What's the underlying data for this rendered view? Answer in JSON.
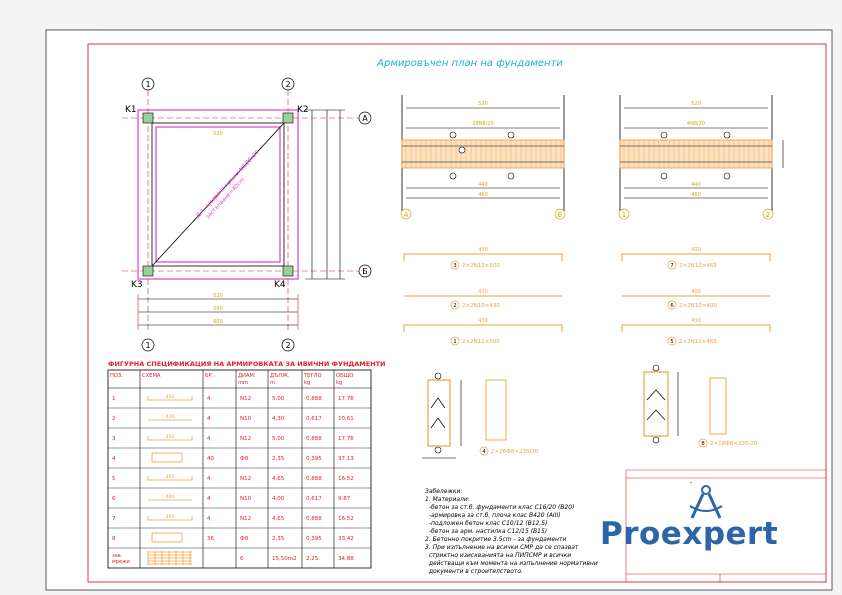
{
  "title": "Армировъчен план на фундаменти",
  "plan": {
    "axes_cols": [
      "1",
      "2"
    ],
    "axes_rows": [
      "A",
      "Б"
    ],
    "corners": [
      "K1",
      "K2",
      "K3",
      "K4"
    ],
    "diag_note_1": "Д.А. заварени мрежи N8/20x20",
    "diag_note_2": "застъпване=40cm",
    "dims": {
      "w1": "520",
      "w2": "560",
      "w3": "600",
      "top": "520"
    }
  },
  "sections": {
    "left": {
      "width": "520",
      "rebar": "28N8/20",
      "bottom1": "440",
      "bottom2": "460",
      "axes": [
        "A",
        "Б"
      ]
    },
    "right": {
      "width": "520",
      "rebar": "4N8/20",
      "bottom1": "440",
      "bottom2": "460",
      "axes": [
        "1",
        "2"
      ]
    }
  },
  "bars": [
    {
      "num": "3",
      "label": "2×2N12×500",
      "len": "430"
    },
    {
      "num": "2",
      "label": "2×2N10×430",
      "len": "430"
    },
    {
      "num": "1",
      "label": "2×2N12×500",
      "len": "430"
    },
    {
      "num": "7",
      "label": "2×2N12×465",
      "len": "430"
    },
    {
      "num": "6",
      "label": "2×2N10×400",
      "len": "400"
    },
    {
      "num": "5",
      "label": "2×2N12×465",
      "len": "430"
    },
    {
      "num": "4",
      "label": "2×26Ф8×235/20",
      "len": ""
    },
    {
      "num": "8",
      "label": "2×18Ф8×235/20",
      "len": ""
    }
  ],
  "table": {
    "heading": "ФИГУРНА СПЕЦИФИКАЦИЯ НА АРМИРОВКАТА ЗА ИВИЧНИ ФУНДАМЕНТИ",
    "headers": [
      "ПОЗ.",
      "СХЕМА",
      "БР.",
      "ДИАМ. mm",
      "ДЪЛЖ. m",
      "ТЕГЛО kg",
      "ОБЩО kg"
    ],
    "rows": [
      [
        "1",
        "450",
        "4",
        "N12",
        "5,00",
        "0,888",
        "17,76"
      ],
      [
        "2",
        "430",
        "4",
        "N10",
        "4,30",
        "0,617",
        "10,61"
      ],
      [
        "3",
        "450",
        "4",
        "N12",
        "5,00",
        "0,888",
        "17,76"
      ],
      [
        "4",
        "",
        "40",
        "Ф8",
        "2,35",
        "0,395",
        "37.13"
      ],
      [
        "5",
        "405",
        "4",
        "N12",
        "4,65",
        "0,888",
        "16.52"
      ],
      [
        "6",
        "400",
        "4",
        "N10",
        "4,00",
        "0,617",
        "9.87"
      ],
      [
        "7",
        "405",
        "4",
        "N12",
        "4,65",
        "0,888",
        "16.52"
      ],
      [
        "8",
        "",
        "36",
        "Ф8",
        "2,35",
        "0,395",
        "33,42"
      ],
      [
        "зав. мрежи",
        "",
        "",
        "6",
        "15,50m2",
        "2,25",
        "34,88"
      ]
    ]
  },
  "notes": [
    "Забележки:",
    "1. Материали:",
    "  -бетон за ст.б. фундаменти клас C16/20 (B20)",
    "  -армировка за ст.б. плоча клас B420 (AIII)",
    "  -подложен бетон клас C10/12 (B12,5)",
    "  -бетон за арм. настилка C12/15 (B15)",
    "2. Бетонно покритие 3.5cm - за фундаменти",
    "3. При изпълнение на всички СМР да се спазват",
    "  стриктно изискванията на ПИПСМР и всички",
    "  действащи към момента на изпълнение нормативни",
    "  документи в строителството."
  ],
  "titleblock": {
    "dash": "-"
  },
  "logo": {
    "text": "Proexpert"
  },
  "colors": {
    "red": "#e0202a",
    "magenta": "#e040c8",
    "orange": "#f0a040",
    "green": "#40c040",
    "cyan": "#20b0d0",
    "yellow": "#c8b000",
    "brand": "#2c65a8"
  }
}
